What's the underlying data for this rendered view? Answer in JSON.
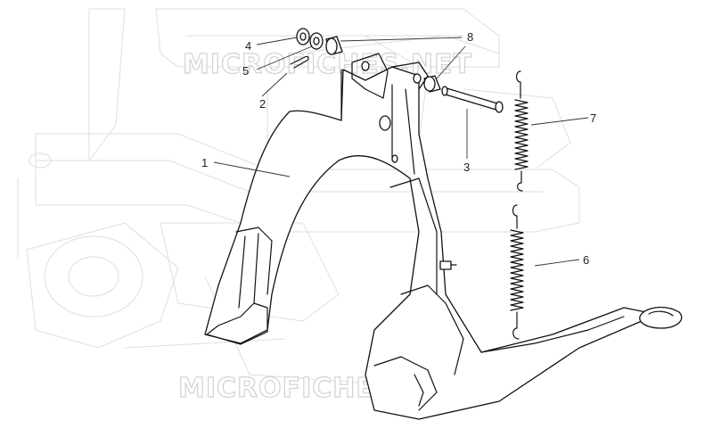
{
  "watermark": {
    "text": "MICROFICHES.NET"
  },
  "callouts": [
    {
      "id": "1",
      "label": "1",
      "part": "main stand frame"
    },
    {
      "id": "2",
      "label": "2",
      "part": "split pin"
    },
    {
      "id": "3",
      "label": "3",
      "part": "pivot pin"
    },
    {
      "id": "4",
      "label": "4",
      "part": "washer"
    },
    {
      "id": "5",
      "label": "5",
      "part": "washer"
    },
    {
      "id": "6",
      "label": "6",
      "part": "spring"
    },
    {
      "id": "7",
      "label": "7",
      "part": "spring"
    },
    {
      "id": "8",
      "label": "8",
      "part": "bushings"
    }
  ],
  "colors": {
    "line": "#111111",
    "ghost": "#dedede",
    "background": "#ffffff"
  }
}
